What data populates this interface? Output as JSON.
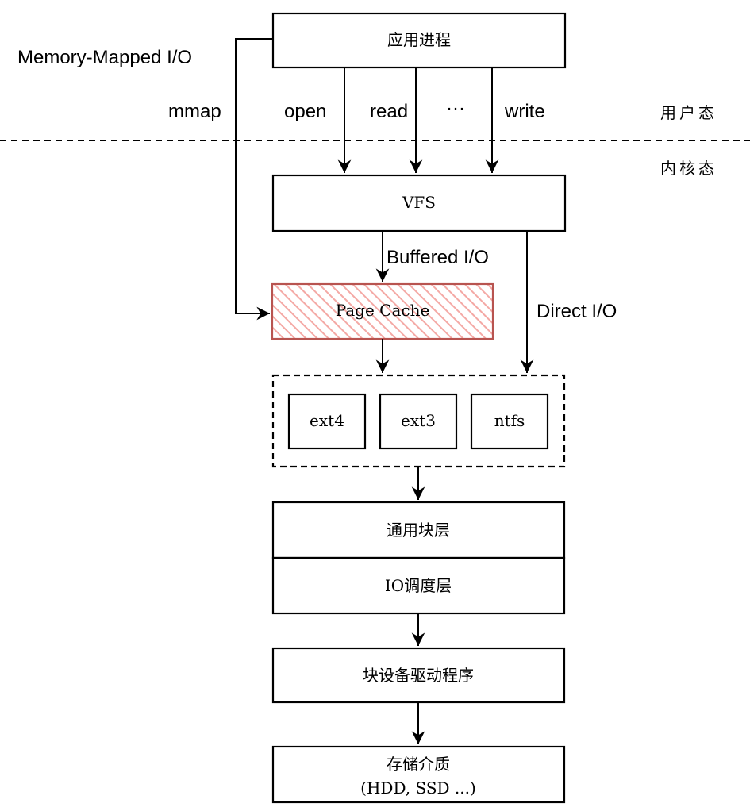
{
  "user_space_label": "用户态",
  "kernel_space_label": "内核态",
  "mmio_label": "Memory-Mapped I/O",
  "syscalls": {
    "mmap": "mmap",
    "open": "open",
    "read": "read",
    "ellipsis": "···",
    "write": "write"
  },
  "boxes": {
    "app": "应用进程",
    "vfs": "VFS",
    "page_cache": "Page Cache",
    "fs_ext4": "ext4",
    "fs_ext3": "ext3",
    "fs_ntfs": "ntfs",
    "generic_block": "通用块层",
    "io_scheduler": "IO调度层",
    "block_driver": "块设备驱动程序",
    "storage": "存储介质",
    "storage_sub": "(HDD, SSD ...)"
  },
  "edge_labels": {
    "buffered": "Buffered I/O",
    "direct": "Direct I/O"
  },
  "colors": {
    "page_cache_stroke": "#b85450",
    "page_cache_hatch": "#f4a9a5"
  }
}
